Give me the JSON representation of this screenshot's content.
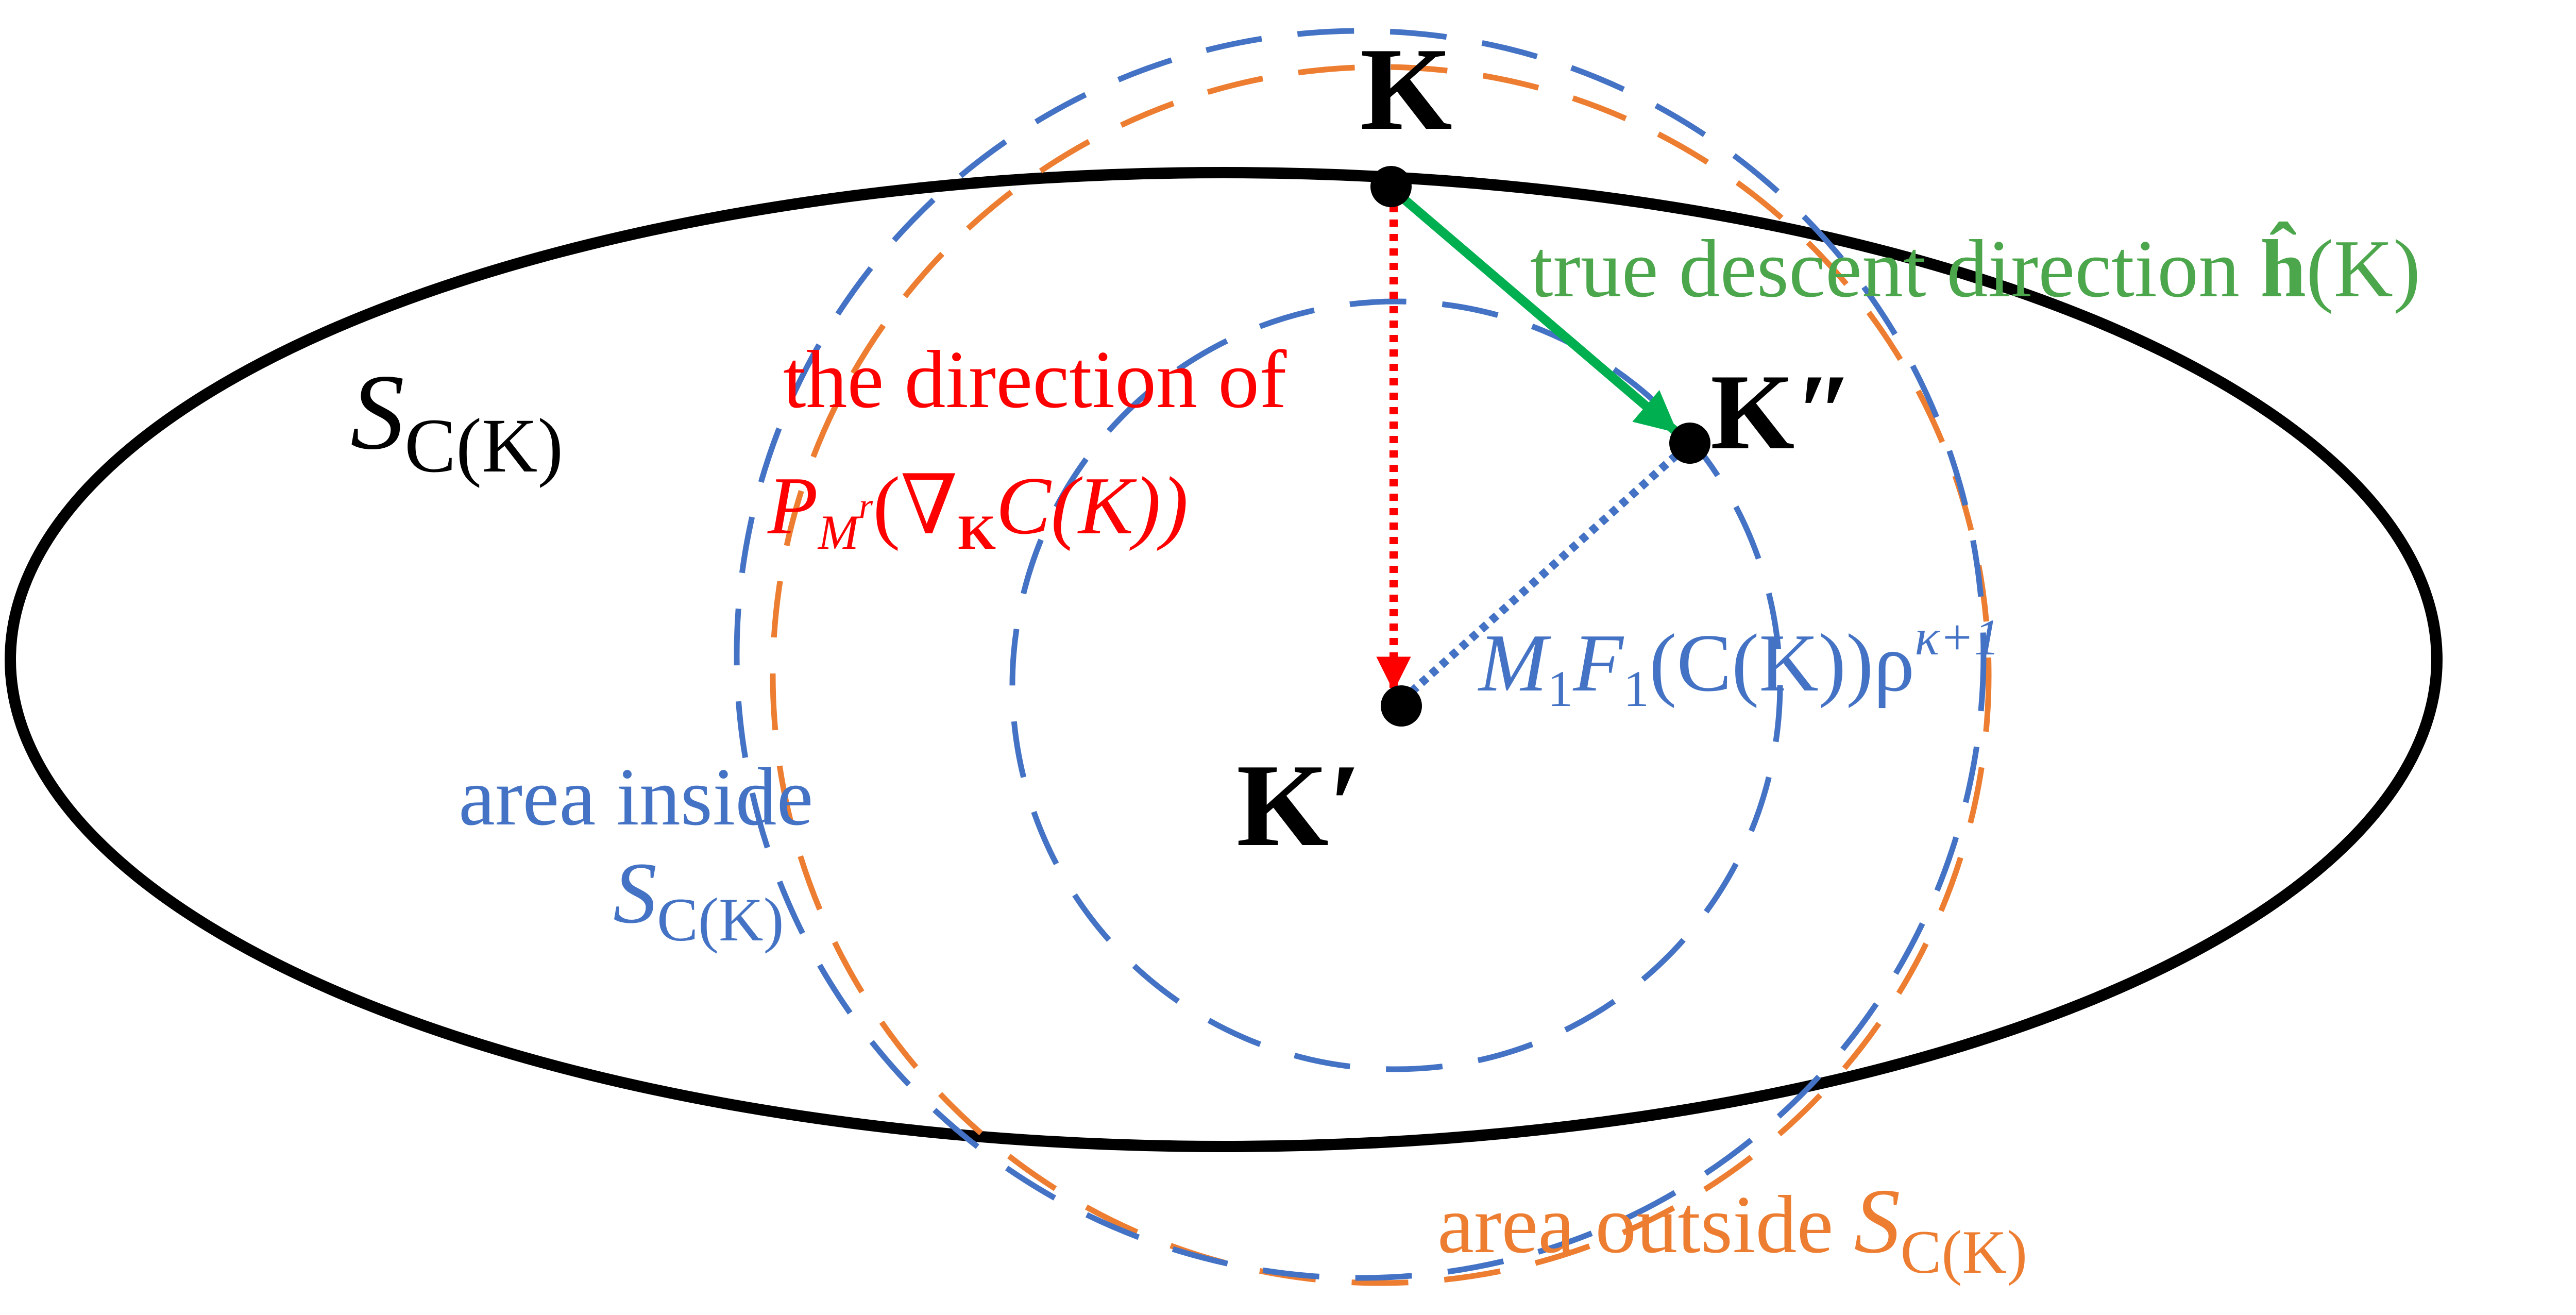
{
  "points": {
    "K": {
      "label": "K"
    },
    "K_prime": {
      "label": "K′"
    },
    "K_double_prime": {
      "label": "K″"
    }
  },
  "labels": {
    "level_set": {
      "main": "S",
      "sub": "C(K)"
    },
    "red_line1": "the direction of",
    "red_line2": {
      "P": "P",
      "Psub": "M",
      "Psup": "r",
      "rest": "(∇",
      "grad_sub": "K",
      "tail": "C(K))"
    },
    "green": {
      "text": "true descent direction ",
      "h": "ĥ",
      "tail": "(K)"
    },
    "blue_radius": {
      "main": "M",
      "s1": "1",
      "F": "F",
      "s2": "1",
      "mid": "(C(K))ρ",
      "sup": "κ+1"
    },
    "inside_line1": "area inside",
    "inside_line2": {
      "main": "S",
      "sub": "C(K)"
    },
    "outside": {
      "text": "area outside ",
      "main": "S",
      "sub": "C(K)"
    }
  },
  "colors": {
    "ellipse": "#000000",
    "orange": "#e67e30",
    "blue": "#4472c4",
    "red": "#ff0000",
    "green": "#00b050",
    "text_green": "#4ca64c",
    "text_blue": "#4472c4",
    "text_orange": "#ed7d31"
  }
}
